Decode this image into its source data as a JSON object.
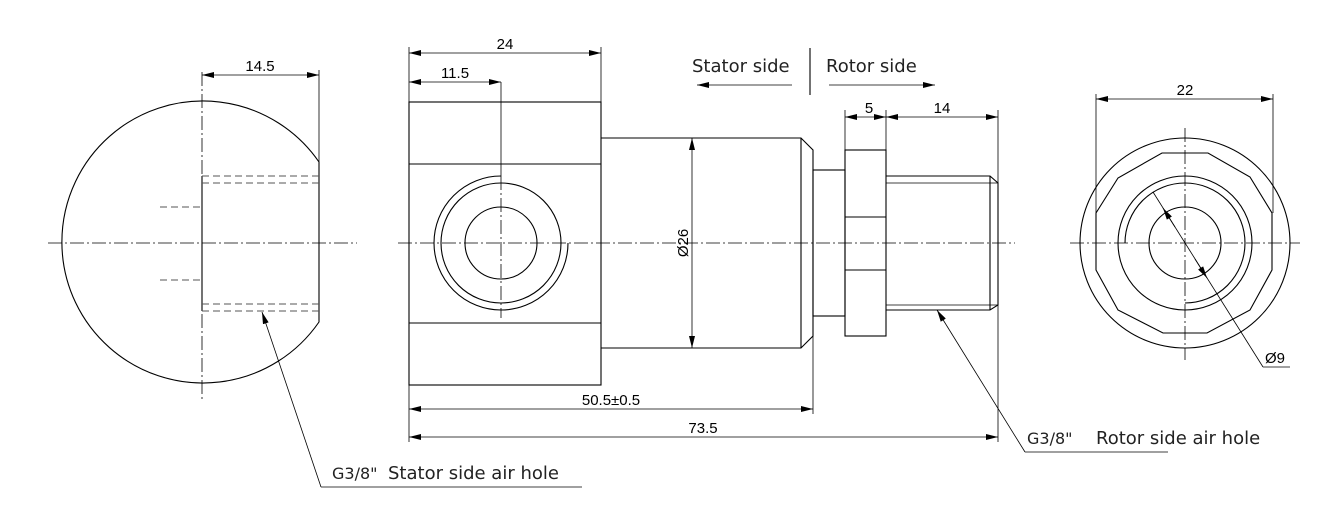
{
  "drawing": {
    "side_view": {
      "dim_width": "14.5",
      "label_prefix": "G3/8\"",
      "label": "Stator side air hole"
    },
    "front_view": {
      "dim_block": "24",
      "dim_port": "11.5",
      "dim_diameter": "Ø26",
      "dim_body_length": "50.5±0.5",
      "dim_total_length": "73.5",
      "dim_hex": "5",
      "dim_thread": "14",
      "stator_side": "Stator side",
      "rotor_side": "Rotor side",
      "rotor_label_prefix": "G3/8\"",
      "rotor_label": "Rotor side air hole"
    },
    "end_view": {
      "dim_hex": "22",
      "dim_bore": "Ø9"
    }
  }
}
